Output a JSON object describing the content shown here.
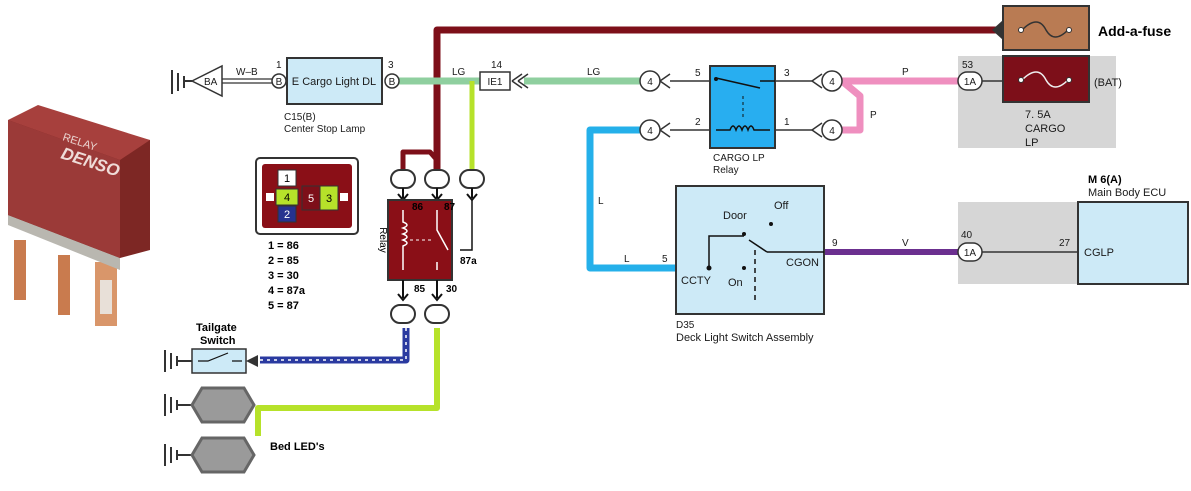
{
  "relay_photo": {
    "brand_line1": "RELAY",
    "brand_line2": "DENSO"
  },
  "add_fuse": {
    "label": "Add-a-fuse"
  },
  "battery_fuse": {
    "pin": "53",
    "connector": "1A",
    "bat_label": "(BAT)",
    "rating": "7. 5A",
    "name_line1": "CARGO",
    "name_line2": "LP"
  },
  "cargo_light": {
    "pin_e": "1",
    "pin_dl": "3",
    "pin_e_letter": "B",
    "pin_dl_letter": "B",
    "label": "E  Cargo Light  DL",
    "code": "C15(B)",
    "name": "Center Stop Lamp",
    "ground_label": "BA",
    "wire_label": "W–B"
  },
  "ie1": {
    "pin": "14",
    "label": "IE1"
  },
  "wires": {
    "lg1": "LG",
    "lg2": "LG",
    "p1": "P",
    "p2": "P",
    "l1": "L",
    "l2": "L",
    "v": "V"
  },
  "cargo_relay": {
    "pin5": "5",
    "pin3": "3",
    "pin2": "2",
    "pin1": "1",
    "junction": "4",
    "name_line1": "CARGO LP",
    "name_line2": "Relay"
  },
  "relay_pinout": {
    "cells": [
      "1",
      "2",
      "4",
      "5",
      "3"
    ],
    "legend": [
      "1 = 86",
      "2 = 85",
      "3 = 30",
      "4 = 87a",
      "5 = 87"
    ]
  },
  "added_relay": {
    "side_label": "Relay",
    "pin86": "86",
    "pin87": "87",
    "pin87a": "87a",
    "pin85": "85",
    "pin30": "30"
  },
  "tailgate_switch": {
    "label_line1": "Tailgate",
    "label_line2": "Switch"
  },
  "bed_leds": {
    "label": "Bed LED's"
  },
  "deck_switch": {
    "door": "Door",
    "off": "Off",
    "on": "On",
    "ccty": "CCTY",
    "cgon": "CGON",
    "pin5": "5",
    "pin9": "9",
    "code": "D35",
    "name": "Deck Light Switch Assembly"
  },
  "body_ecu": {
    "code": "M 6(A)",
    "name": "Main Body ECU",
    "pin40": "40",
    "connector": "1A",
    "pin27": "27",
    "terminal": "CGLP"
  },
  "colors": {
    "darkred": "#7d0f19",
    "lightgreen": "#8fcf9f",
    "limegreen": "#b6e22a",
    "pink": "#ef8fbf",
    "blue": "#25b0ea",
    "purple": "#6b2f8f",
    "navy": "#2a3aa0",
    "relay_body": "#9b3a38",
    "fuse_tan": "#b97b53"
  }
}
